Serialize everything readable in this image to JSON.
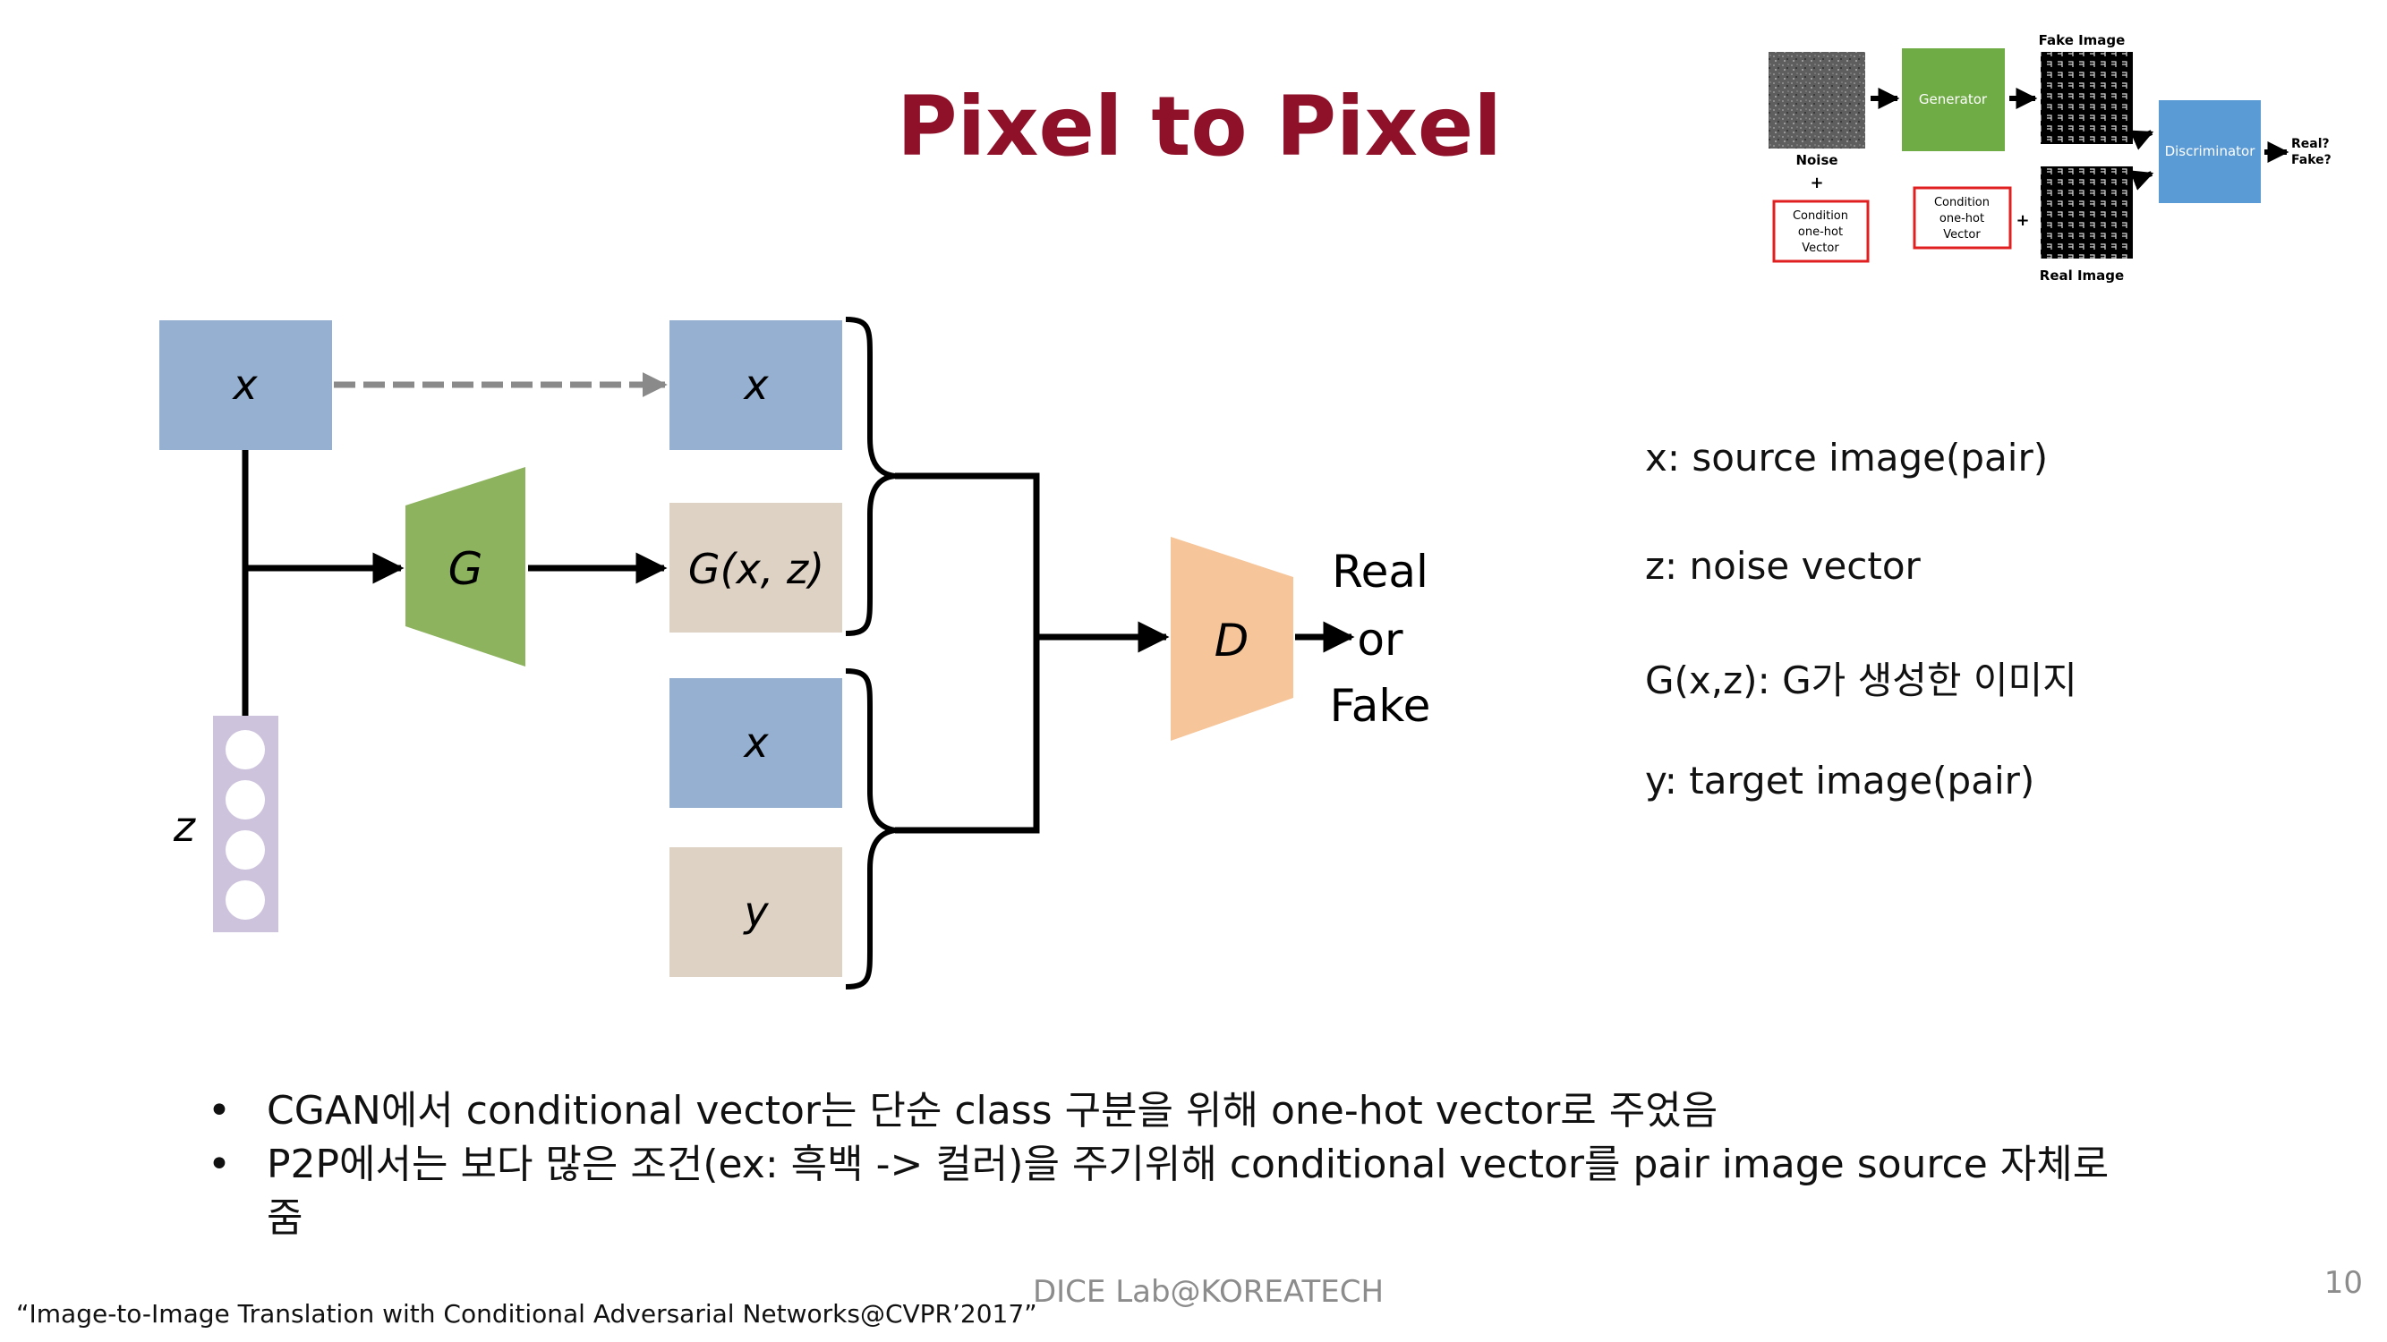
{
  "slide": {
    "title": "Pixel to Pixel",
    "definitions": [
      "x: source image(pair)",
      "z: noise vector",
      "G(x,z): G가 생성한 이미지",
      "y: target image(pair)"
    ],
    "bullets": [
      "CGAN에서 conditional vector는 단순 class 구분을 위해 one-hot vector로 주었음",
      "P2P에서는 보다 많은 조건(ex: 흑백 -> 컬러)을 주기위해 conditional vector를 pair image source 자체로 줌"
    ],
    "footer": "DICE Lab@KOREATECH",
    "page_number": "10",
    "citation": "“Image-to-Image Translation with Conditional Adversarial Networks@CVPR’2017”"
  },
  "diagram": {
    "x_label": "x",
    "z_label": "z",
    "generator_label": "G",
    "gen_output_label": "G(x, z)",
    "y_label": "y",
    "discriminator_label": "D",
    "output_line1": "Real",
    "output_line2": "or",
    "output_line3": "Fake",
    "colors": {
      "x_box": "#95b0d1",
      "output_box": "#ddd2c4",
      "generator": "#8db35e",
      "discriminator": "#f6c59a",
      "z_vector": "#cec3dd"
    }
  },
  "cgan_thumbnail": {
    "fake_image_label": "Fake Image",
    "real_image_label": "Real Image",
    "noise_label": "Noise",
    "plus": "+",
    "condition_line1": "Condition",
    "condition_line2": "one-hot",
    "condition_line3": "Vector",
    "generator_label": "Generator",
    "discriminator_label": "Discriminator",
    "output_line1": "Real?",
    "output_line2": "Fake?",
    "colors": {
      "generator": "#6fac46",
      "discriminator": "#5b9bd5",
      "condition_border": "#e02020"
    }
  }
}
